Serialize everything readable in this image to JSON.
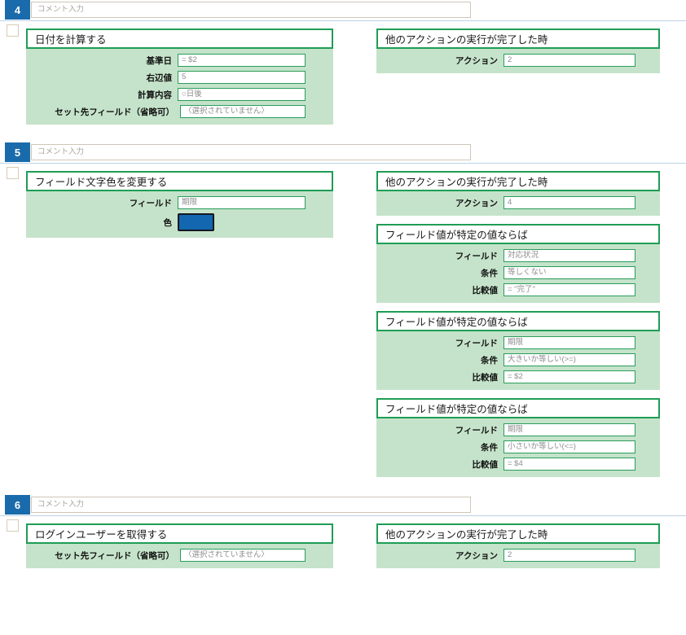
{
  "theme": {
    "badge_bg": "#1a6bab",
    "card_border": "#1f9d55",
    "card_body_bg": "#c5e3ca",
    "rule_color": "#bcd2e4",
    "swatch_color": "#1267b0"
  },
  "comment_placeholder": "コメント入力",
  "steps": [
    {
      "number": "4",
      "left": [
        {
          "title": "日付を計算する",
          "fields": [
            {
              "label": "基準日",
              "value": "= $2",
              "wide": false
            },
            {
              "label": "右辺値",
              "value": "5",
              "wide": false
            },
            {
              "label": "計算内容",
              "value": "○日後",
              "wide": false
            },
            {
              "label": "セット先フィールド（省略可）",
              "value": "〈選択されていません〉",
              "wide": true
            }
          ]
        }
      ],
      "right": [
        {
          "title": "他のアクションの実行が完了した時",
          "fields": [
            {
              "label": "アクション",
              "value": "2"
            }
          ]
        }
      ]
    },
    {
      "number": "5",
      "left": [
        {
          "title": "フィールド文字色を変更する",
          "fields": [
            {
              "label": "フィールド",
              "value": "期限",
              "wide": false
            },
            {
              "label": "色",
              "value": "",
              "swatch": true
            }
          ]
        }
      ],
      "right": [
        {
          "title": "他のアクションの実行が完了した時",
          "fields": [
            {
              "label": "アクション",
              "value": "4"
            }
          ]
        },
        {
          "title": "フィールド値が特定の値ならば",
          "fields": [
            {
              "label": "フィールド",
              "value": "対応状況"
            },
            {
              "label": "条件",
              "value": "等しくない"
            },
            {
              "label": "比較値",
              "value": "= \"完了\""
            }
          ]
        },
        {
          "title": "フィールド値が特定の値ならば",
          "fields": [
            {
              "label": "フィールド",
              "value": "期限"
            },
            {
              "label": "条件",
              "value": "大きいか等しい(>=)"
            },
            {
              "label": "比較値",
              "value": "= $2"
            }
          ]
        },
        {
          "title": "フィールド値が特定の値ならば",
          "fields": [
            {
              "label": "フィールド",
              "value": "期限"
            },
            {
              "label": "条件",
              "value": "小さいか等しい(<=)"
            },
            {
              "label": "比較値",
              "value": "= $4"
            }
          ]
        }
      ]
    },
    {
      "number": "6",
      "left": [
        {
          "title": "ログインユーザーを取得する",
          "fields": [
            {
              "label": "セット先フィールド（省略可）",
              "value": "〈選択されていません〉",
              "wide": true
            }
          ]
        }
      ],
      "right": [
        {
          "title": "他のアクションの実行が完了した時",
          "fields": [
            {
              "label": "アクション",
              "value": "2"
            }
          ]
        }
      ]
    }
  ]
}
